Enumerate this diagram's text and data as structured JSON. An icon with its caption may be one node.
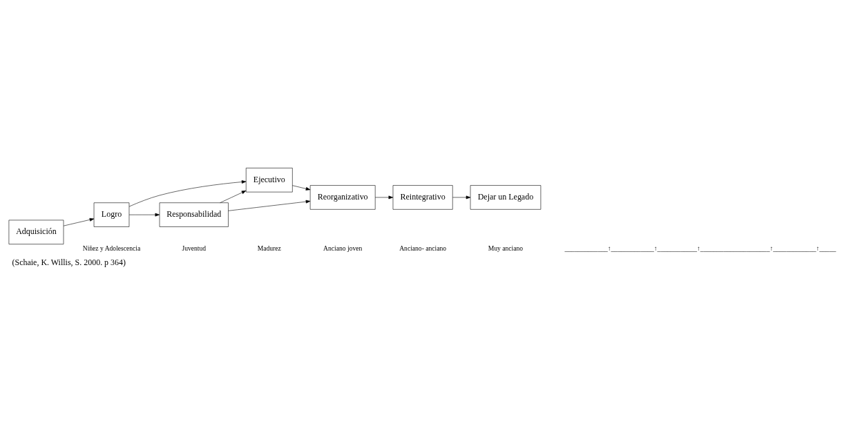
{
  "diagram": {
    "caption": "(Schaie, K. Willis, S. 2000. p 364)",
    "nodes": [
      {
        "text": [
          "Adquisición"
        ]
      },
      {
        "text": [
          "Logro"
        ]
      },
      {
        "text": [
          "Ejecutivo"
        ]
      },
      {
        "text": [
          "Responsabilidad"
        ]
      },
      {
        "text": [
          "Reorganizativo"
        ]
      },
      {
        "text": [
          "Reintegrativo"
        ]
      },
      {
        "text": [
          "Dejar un Legado"
        ]
      }
    ],
    "edges": [
      {
        "from": 0,
        "to": 1,
        "arrow": "to"
      },
      {
        "from": 1,
        "to": 2,
        "arrow": "to"
      },
      {
        "from": 1,
        "to": 3,
        "arrow": "to"
      },
      {
        "from": 3,
        "to": 2,
        "arrow": "to"
      },
      {
        "from": 2,
        "to": 4,
        "arrow": "to"
      },
      {
        "from": 3,
        "to": 4,
        "arrow": "to"
      },
      {
        "from": 4,
        "to": 5,
        "arrow": "to"
      },
      {
        "from": 5,
        "to": 6,
        "arrow": "to"
      }
    ],
    "labels": [
      "Niñez y Adolescencia",
      "Juventud",
      "Madurez",
      "Anciano joven",
      "Anciano- anciano",
      "Muy anciano",
      "_____________↑_____________↑____________↑_____________________↑_____________↑_____"
    ]
  }
}
